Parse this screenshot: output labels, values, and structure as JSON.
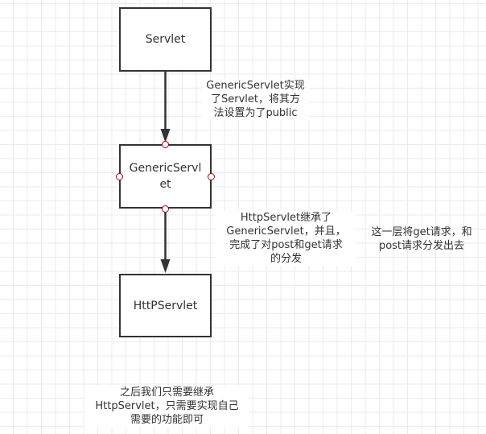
{
  "diagram": {
    "nodes": [
      {
        "id": "servlet",
        "label": "Servlet"
      },
      {
        "id": "generic",
        "label": "GenericServlet"
      },
      {
        "id": "http",
        "label": "HttPServlet"
      }
    ],
    "edges": [
      {
        "from": "servlet",
        "to": "generic",
        "arrow": "filled"
      },
      {
        "from": "generic",
        "to": "http",
        "arrow": "filled"
      }
    ],
    "notes": {
      "generic": "GenericServlet实现\n了Servlet，将其方\n法设置为了public",
      "http": "HttpServlet继承了\nGenericServlet，并且，\n完成了对post和get请求\n的分发",
      "dispatch": "这一层将get请求，和\npost请求分发出去",
      "after": "之后我们只需要继承\nHttpServlet，只需要实现自己\n需要的功能即可"
    },
    "colors": {
      "stroke": "#333333",
      "port": "#b20000",
      "grid": "#ebebeb"
    }
  }
}
